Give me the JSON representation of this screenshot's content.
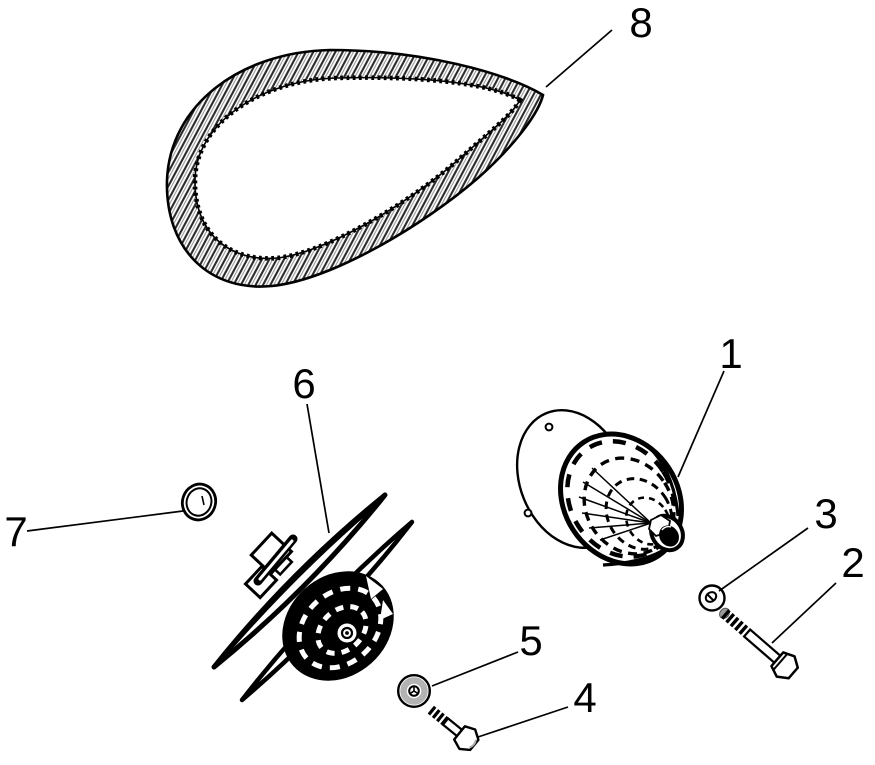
{
  "diagram": {
    "type": "exploded-parts-diagram",
    "background": "#ffffff",
    "line_color": "#000000",
    "rib_gray": "#9a9a9a",
    "callouts": [
      {
        "label": "1",
        "part": "primary-drive-clutch"
      },
      {
        "label": "2",
        "part": "hex-bolt-long"
      },
      {
        "label": "3",
        "part": "flat-washer-small"
      },
      {
        "label": "4",
        "part": "hex-bolt-short"
      },
      {
        "label": "5",
        "part": "flat-washer-large"
      },
      {
        "label": "6",
        "part": "driven-clutch"
      },
      {
        "label": "7",
        "part": "seal-ring"
      },
      {
        "label": "8",
        "part": "drive-belt"
      }
    ]
  }
}
